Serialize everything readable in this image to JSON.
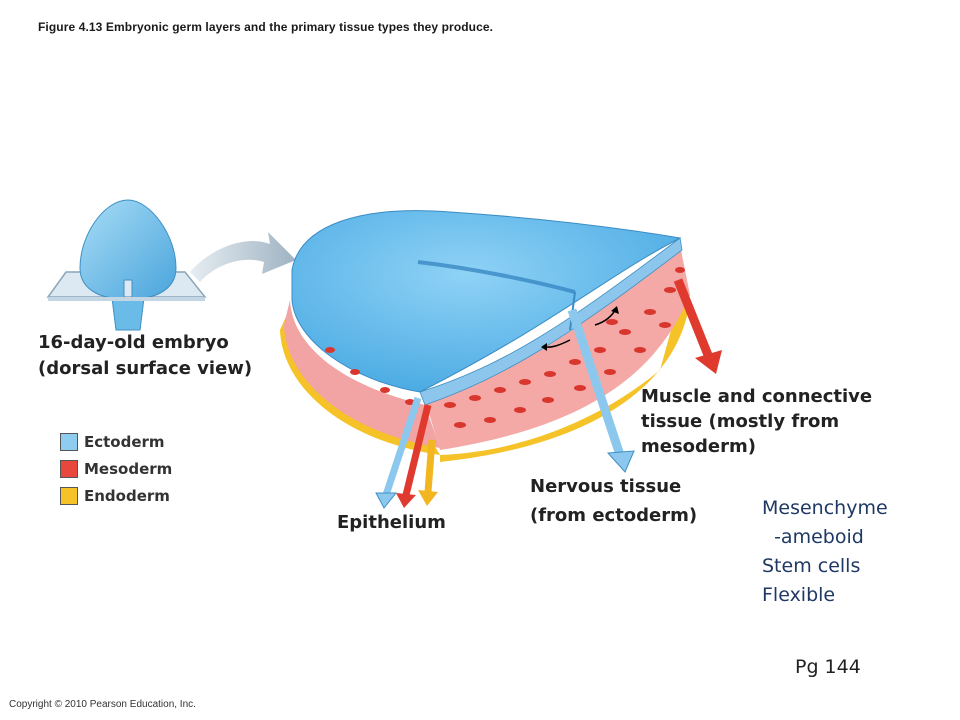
{
  "caption": "Figure 4.13  Embryonic germ layers and the primary tissue types they produce.",
  "embryo_label": [
    "16-day-old embryo",
    "(dorsal surface view)"
  ],
  "legend": [
    {
      "label": "Ectoderm",
      "color": "#8fcdf0"
    },
    {
      "label": "Mesoderm",
      "color": "#e8473e"
    },
    {
      "label": "Endoderm",
      "color": "#f5c328"
    }
  ],
  "tissue_labels": {
    "muscle": [
      "Muscle and connective",
      "tissue (mostly from",
      "mesoderm)"
    ],
    "nervous": [
      "Nervous tissue",
      "(from ectoderm)"
    ],
    "epithelium": "Epithelium"
  },
  "notes": [
    "Mesenchyme",
    "  -ameboid",
    "Stem cells",
    "Flexible"
  ],
  "page_ref": "Pg 144",
  "copyright": "Copyright © 2010 Pearson Education, Inc.",
  "colors": {
    "ectoderm": "#5fb8ea",
    "mesoderm_tissue": "#f2a3a3",
    "mesoderm_cells": "#d9362e",
    "endoderm": "#f5c328",
    "arrow_blue": "#8cc8ee",
    "arrow_red": "#e03a2f",
    "arrow_yellow": "#f2b620",
    "notes_text": "#1f3864"
  }
}
